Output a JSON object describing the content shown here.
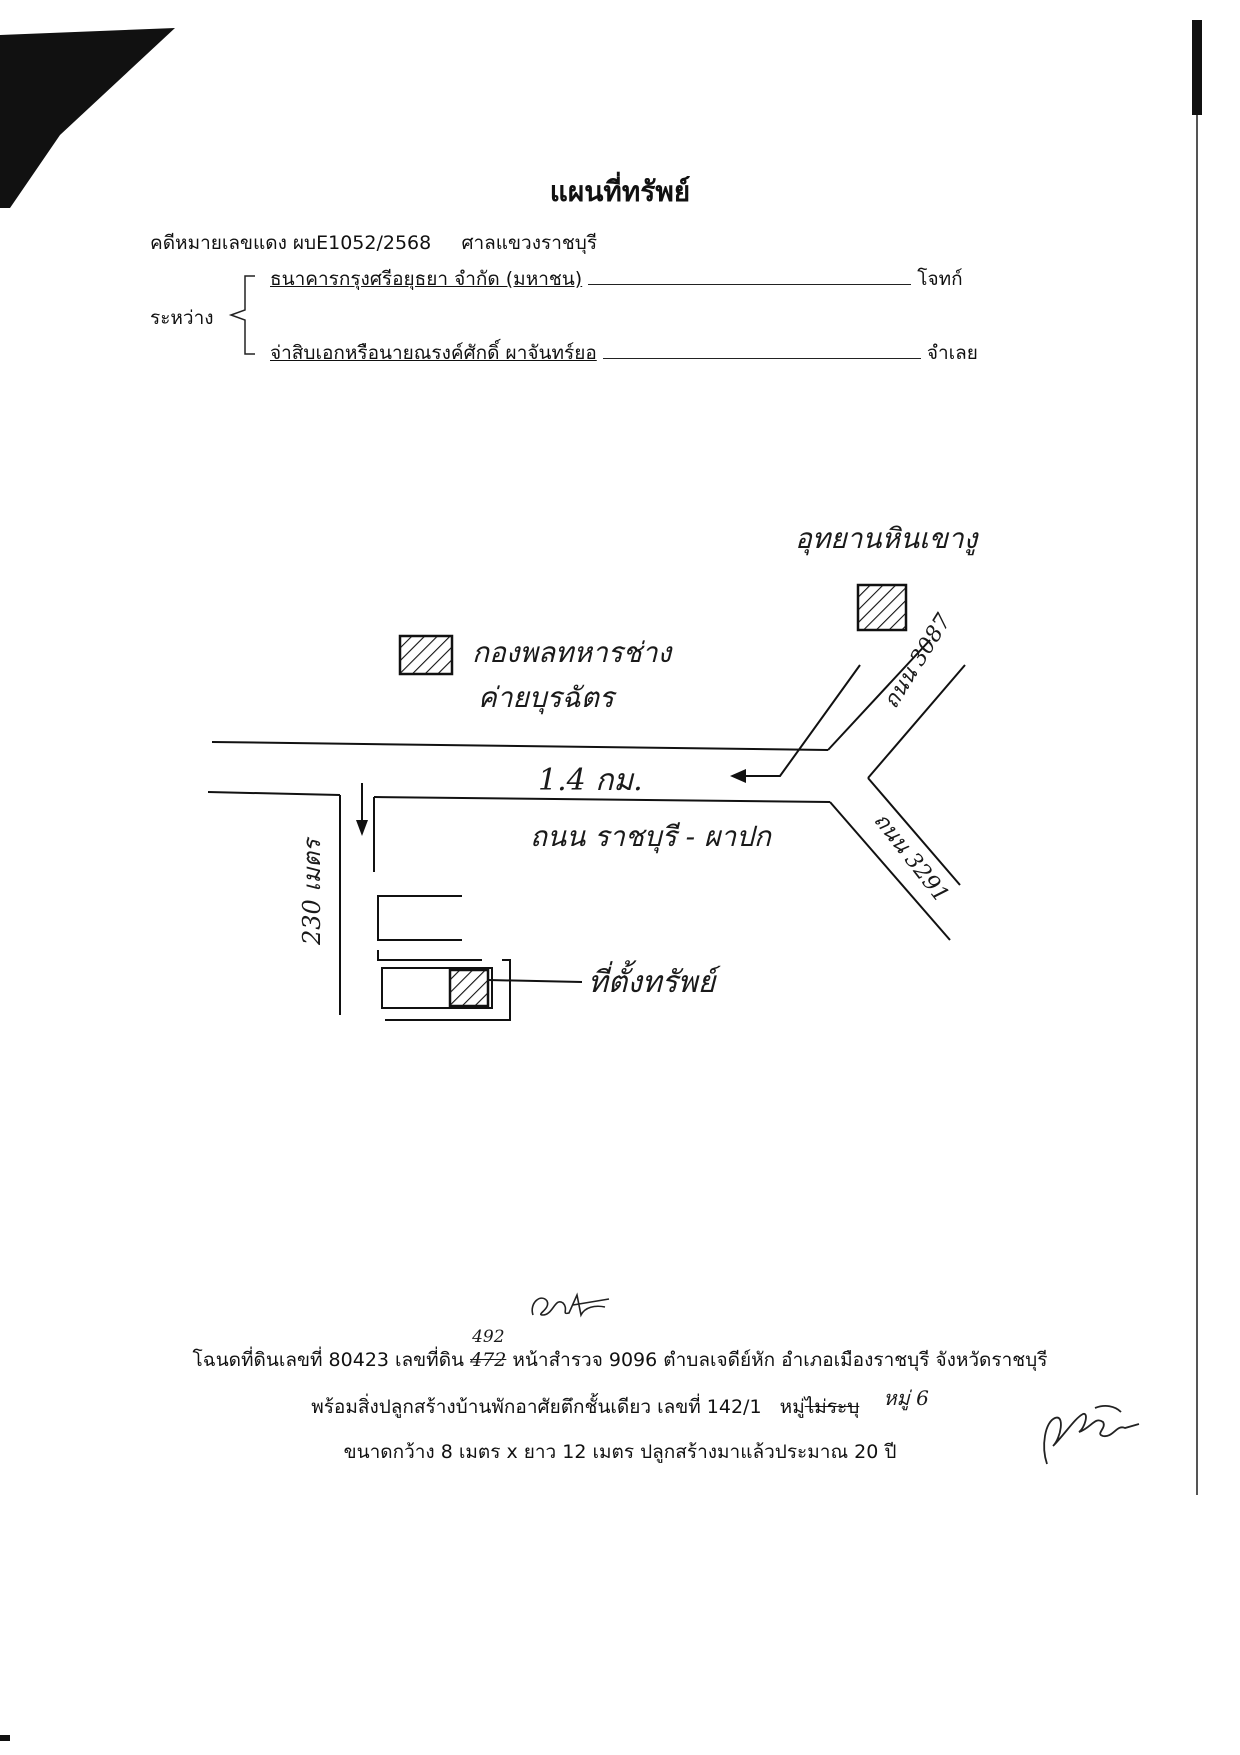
{
  "title": "แผนที่ทรัพย์",
  "case": {
    "number_label": "คดีหมายเลขแดง ผบE1052/2568",
    "court": "ศาลแขวงราชบุรี"
  },
  "between_label": "ระหว่าง",
  "plaintiff": {
    "name": "ธนาคารกรุงศรีอยุธยา จำกัด (มหาชน)",
    "role": "โจทก์"
  },
  "defendant": {
    "name": "จ่าสิบเอกหรือนายณรงค์ศักดิ์ ผาจันทร์ยอ",
    "role": "จำเลย"
  },
  "map": {
    "landmark_top": "อุทยานหินเขางู",
    "landmark_left_1": "กองพลทหารช่าง",
    "landmark_left_2": "ค่ายบุรฉัตร",
    "distance": "1.4 กม.",
    "road_main": "ถนน ราชบุรี - ผาปก",
    "road_3087": "ถนน 3087",
    "road_3291": "ถนน 3291",
    "side_distance": "230 เมตร",
    "property_label": "ที่ตั้งทรัพย์"
  },
  "footer": {
    "line1_a": "โฉนดที่ดินเลขที่ 80423 เลขที่ดิน",
    "line1_strike": "472",
    "line1_correction": "492",
    "line1_b": "หน้าสำรวจ 9096 ตำบลเจดีย์หัก อำเภอเมืองราชบุรี จังหวัดราชบุรี",
    "line2_a": "พร้อมสิ่งปลูกสร้างบ้านพักอาศัยตึกชั้นเดียว เลขที่ 142/1",
    "line2_b": "หมู่",
    "line2_strike": "ไม่ระบุ",
    "line2_hand": "หมู่ 6",
    "line3": "ขนาดกว้าง 8 เมตร x ยาว 12 เมตร ปลูกสร้างมาแล้วประมาณ 20 ปี"
  }
}
